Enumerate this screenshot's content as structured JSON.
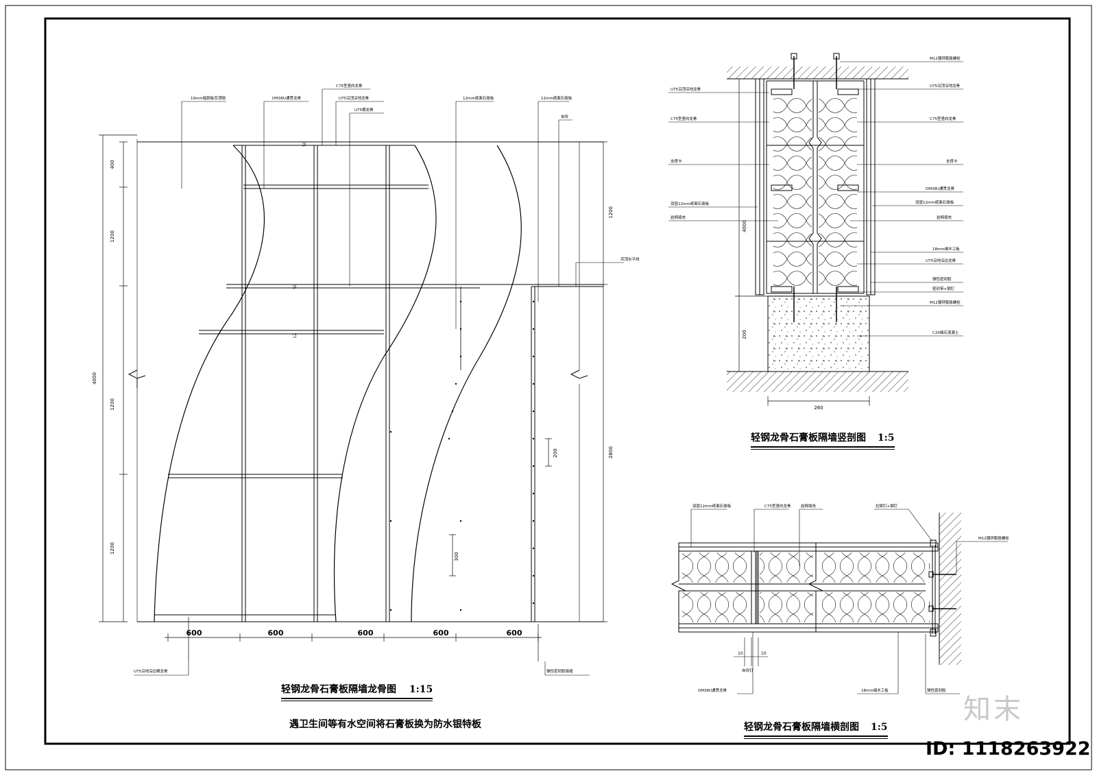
{
  "drawing_main": {
    "title": "轻钢龙骨石膏板隔墙龙骨图",
    "scale": "1:15",
    "note": "遇卫生间等有水空间将石膏板换为防水银特板",
    "labels": {
      "panel": "10mm暗钢板吊顶隔",
      "dm38u": "DM38U通贯龙骨",
      "c75": "C75型竖向龙骨",
      "u75_top": "U75沿顶沿地龙骨",
      "u75_h": "U75横龙骨",
      "board12a": "12mm纸面石膏板",
      "board12b": "12mm纸面石膏板",
      "screw": "自攻",
      "level": "吊顶水平线",
      "u75_floor": "U75沿地沿边横龙骨",
      "sealant": "弹性密封胶填缝"
    },
    "dims_left": [
      "400",
      "1200",
      "1200",
      "1200"
    ],
    "dim_total": "4000",
    "dims_right": [
      "1200",
      "2800"
    ],
    "dims_small": [
      "50",
      "50",
      "12"
    ],
    "dim_200": "200",
    "dim_300": "300",
    "dims_bottom": [
      "600",
      "600",
      "600",
      "600",
      "600"
    ]
  },
  "drawing_vertical": {
    "title": "轻钢龙骨石膏板隔墙竖剖图",
    "scale": "1:5",
    "labels_left": [
      "U75沿顶沿地龙骨",
      "C75型竖向龙骨",
      "支撑卡",
      "双层12mm纸面石膏板",
      "岩棉填充"
    ],
    "labels_right": [
      "M12镀锌膨胀螺栓",
      "U75沿顶沿地龙骨",
      "C75型竖向龙骨",
      "支撑卡",
      "DM38U通贯龙骨",
      "双层12mm纸面石膏板",
      "岩棉填充",
      "18mm细木工板",
      "U75沿地沿边龙骨",
      "弹性密封胶",
      "密封带+钢钉",
      "M12镀锌膨胀螺栓",
      "C20细石混凝土"
    ],
    "dim_height": "4000",
    "dim_base": "200",
    "dim_width": "260"
  },
  "drawing_horizontal": {
    "title": "轻钢龙骨石膏板隔墙横剖图",
    "scale": "1:5",
    "labels_top": [
      "双层12mm纸面石膏板",
      "C75型竖向龙骨",
      "岩棉填充",
      "拉铆钉+钢钉",
      "M12镀锌膨胀螺栓"
    ],
    "labels_bottom": [
      "DM38U通贯龙骨",
      "18mm细木工板",
      "弹性密封胶"
    ],
    "dims": [
      "10",
      "10"
    ],
    "dim_label": "自攻钉"
  },
  "footer": {
    "brand": "知末",
    "id_text": "ID: 1118263922"
  }
}
